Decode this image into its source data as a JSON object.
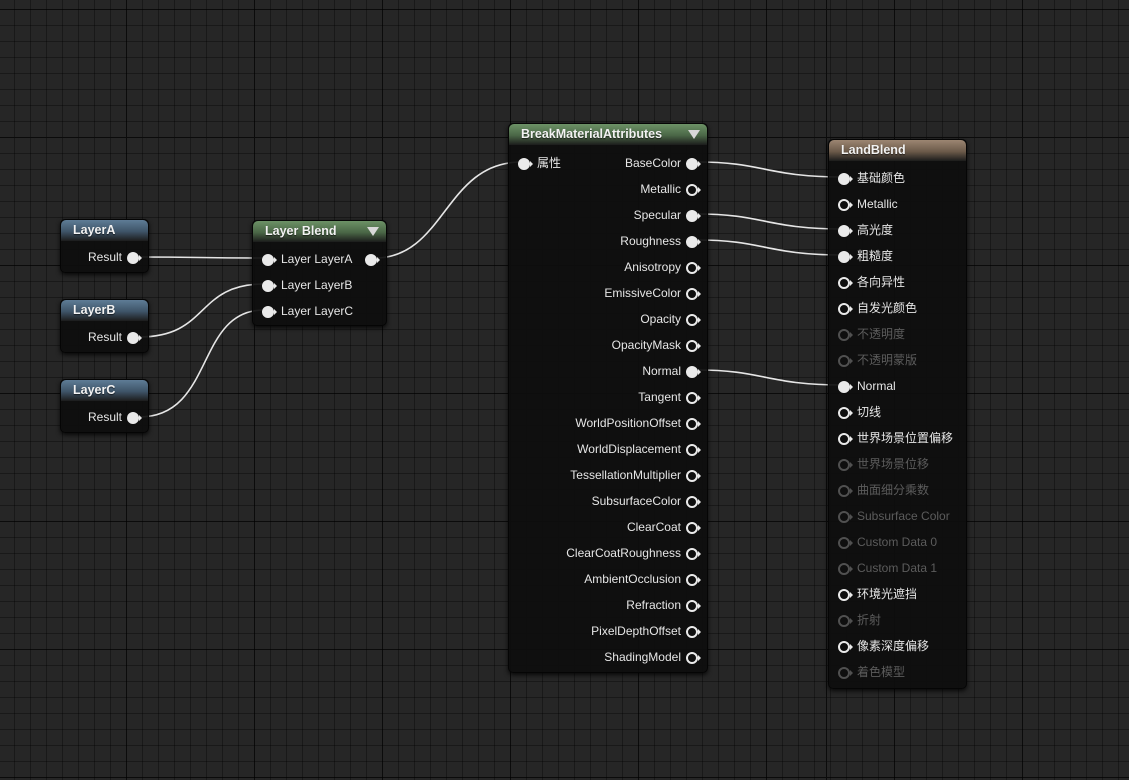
{
  "layer_a": {
    "title": "LayerA",
    "output": "Result"
  },
  "layer_b": {
    "title": "LayerB",
    "output": "Result"
  },
  "layer_c": {
    "title": "LayerC",
    "output": "Result"
  },
  "layer_blend": {
    "title": "Layer Blend",
    "inputs": [
      "Layer LayerA",
      "Layer LayerB",
      "Layer LayerC"
    ]
  },
  "break_material": {
    "title": "BreakMaterialAttributes",
    "input": "属性",
    "outputs": [
      "BaseColor",
      "Metallic",
      "Specular",
      "Roughness",
      "Anisotropy",
      "EmissiveColor",
      "Opacity",
      "OpacityMask",
      "Normal",
      "Tangent",
      "WorldPositionOffset",
      "WorldDisplacement",
      "TessellationMultiplier",
      "SubsurfaceColor",
      "ClearCoat",
      "ClearCoatRoughness",
      "AmbientOcclusion",
      "Refraction",
      "PixelDepthOffset",
      "ShadingModel"
    ]
  },
  "land_blend": {
    "title": "LandBlend",
    "inputs": [
      "基础颜色",
      "Metallic",
      "高光度",
      "粗糙度",
      "各向异性",
      "自发光颜色",
      "不透明度",
      "不透明蒙版",
      "Normal",
      "切线",
      "世界场景位置偏移",
      "世界场景位移",
      "曲面细分乘数",
      "Subsurface Color",
      "Custom Data 0",
      "Custom Data 1",
      "环境光遮挡",
      "折射",
      "像素深度偏移",
      "着色模型"
    ]
  },
  "colors": {
    "background": "#262626",
    "wire": "#e6e6e6",
    "header_blue": "#4b657c",
    "header_green": "#5a7b55",
    "header_tan": "#86705d",
    "disabled_text": "#5c5c5c"
  }
}
